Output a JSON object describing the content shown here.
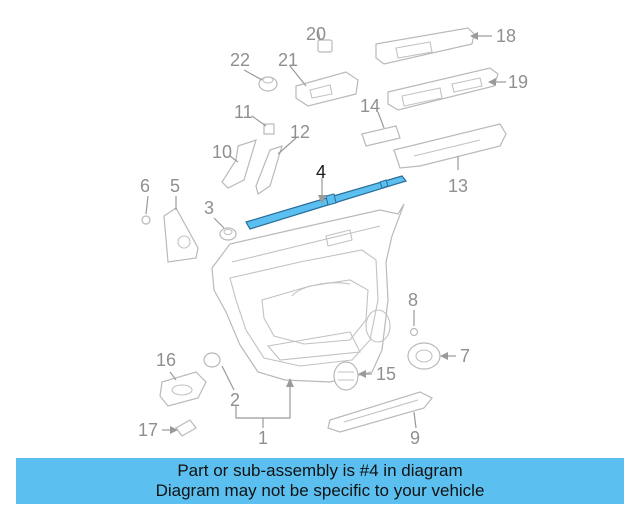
{
  "callouts": {
    "c1": "1",
    "c2": "2",
    "c3": "3",
    "c4": "4",
    "c5": "5",
    "c6": "6",
    "c7": "7",
    "c8": "8",
    "c9": "9",
    "c10": "10",
    "c11": "11",
    "c12": "12",
    "c13": "13",
    "c14": "14",
    "c15": "15",
    "c16": "16",
    "c17": "17",
    "c18": "18",
    "c19": "19",
    "c20": "20",
    "c21": "21",
    "c22": "22"
  },
  "highlight": {
    "part": "4",
    "color": "#5bc0f0"
  },
  "caption": {
    "line1": "Part or sub-assembly is #4 in diagram",
    "line2": "Diagram may not be specific to your vehicle"
  }
}
